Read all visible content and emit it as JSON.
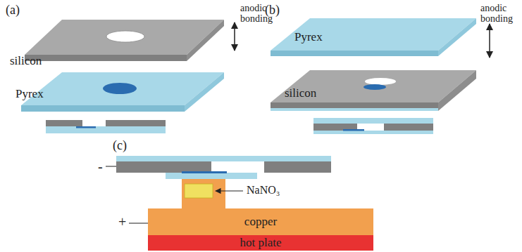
{
  "diagram": {
    "nodes": [
      {
        "text": [
          "copper"
        ]
      },
      {
        "text": [
          "hot plate"
        ]
      }
    ],
    "labels": [
      "(a)",
      "anodic bonding",
      "silicon",
      "Pyrex",
      "(b)",
      "anodic bonding",
      "Pyrex",
      "silicon",
      "(c)",
      "-",
      "+",
      "NaNO₃"
    ]
  }
}
